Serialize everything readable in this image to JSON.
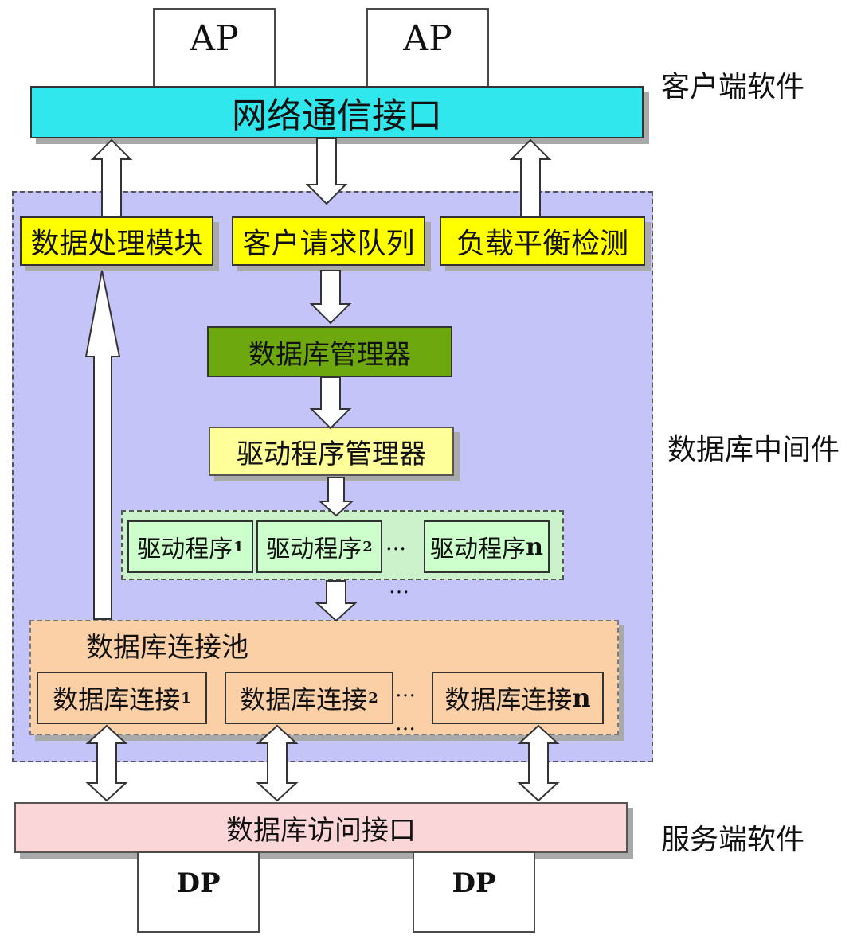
{
  "client": {
    "ap_left": "AP",
    "ap_right": "AP",
    "network_interface": "网络通信接口",
    "side_label": "客户端软件"
  },
  "middleware": {
    "side_label": "数据库中间件",
    "modules": {
      "data_processing": "数据处理模块",
      "client_request_queue": "客户请求队列",
      "load_balance_detection": "负载平衡检测"
    },
    "db_manager": "数据库管理器",
    "driver_manager": "驱动程序管理器",
    "drivers": {
      "driver1": {
        "text": "驱动程序",
        "sub": "1"
      },
      "driver2": {
        "text": "驱动程序",
        "sub": "2"
      },
      "drivern": {
        "text": "驱动程序",
        "suffix": "n"
      },
      "ellipsis_inline": "…",
      "ellipsis_below": "…"
    },
    "pool": {
      "title": "数据库连接池",
      "conn1": {
        "text": "数据库连接",
        "sub": "1"
      },
      "conn2": {
        "text": "数据库连接",
        "sub": "2"
      },
      "connn": {
        "text": "数据库连接",
        "suffix": "n"
      },
      "ellipsis_inline": "…",
      "ellipsis_below": "…"
    }
  },
  "server": {
    "db_access_interface": "数据库访问接口",
    "dp_left": "DP",
    "dp_right": "DP",
    "side_label": "服务端软件"
  },
  "colors": {
    "network_interface": "#2fe7ec",
    "middleware_bg": "#c4c4f9",
    "modules": "#ffff00",
    "db_manager": "#6ca80e",
    "driver_manager": "#ffff99",
    "drivers": "#ccffcc",
    "pool": "#fcd0a6",
    "access_interface": "#fad6d8"
  }
}
